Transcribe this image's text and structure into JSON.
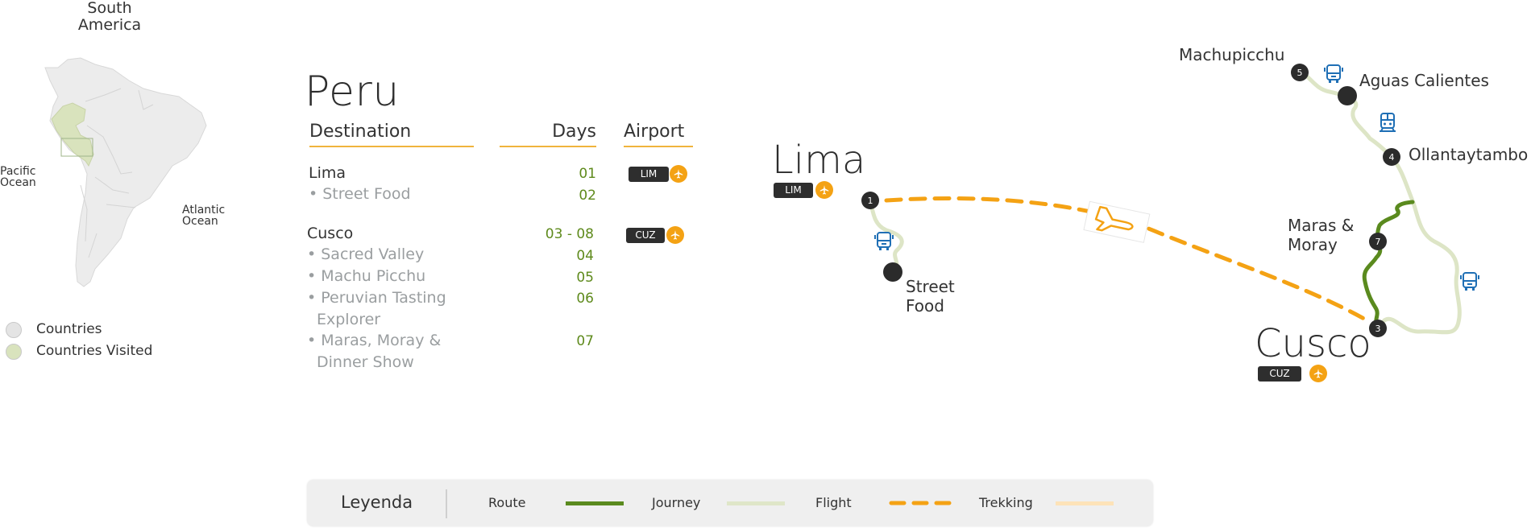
{
  "overview": {
    "title_line1": "South",
    "title_line2": "America",
    "pacific_line1": "Pacific",
    "pacific_line2": "Ocean",
    "atlantic_line1": "Atlantic",
    "atlantic_line2": "Ocean",
    "legend": [
      {
        "label": "Countries",
        "color": "#e4e4e4"
      },
      {
        "label": "Countries Visited",
        "color": "#d9e3bd"
      }
    ]
  },
  "itinerary": {
    "country": "Peru",
    "headers": {
      "destination": "Destination",
      "days": "Days",
      "airport": "Airport"
    },
    "rows": [
      {
        "name": "Lima",
        "type": "main",
        "days": "01",
        "airport": "LIM"
      },
      {
        "name": "• Street Food",
        "type": "sub",
        "days": "02"
      },
      {
        "name": "Cusco",
        "type": "main",
        "days": "03 - 08",
        "airport": "CUZ"
      },
      {
        "name": "• Sacred Valley",
        "type": "sub",
        "days": "04"
      },
      {
        "name": "• Machu Picchu",
        "type": "sub",
        "days": "05"
      },
      {
        "name": "• Peruvian Tasting",
        "name2": "Explorer",
        "type": "sub",
        "days": "06"
      },
      {
        "name": "• Maras, Moray &",
        "name2": "Dinner Show",
        "type": "sub",
        "days": "07"
      }
    ]
  },
  "map": {
    "lima": {
      "name": "Lima",
      "code": "LIM"
    },
    "cusco": {
      "name": "Cusco",
      "code": "CUZ"
    },
    "street_food": {
      "line1": "Street",
      "line2": "Food"
    },
    "machupicchu": "Machupicchu",
    "aguas_calientes": "Aguas Calientes",
    "ollantaytambo": "Ollantaytambo",
    "maras": {
      "line1": "Maras &",
      "line2": "Moray"
    },
    "markers": [
      "1",
      "3",
      "4",
      "5",
      "7"
    ]
  },
  "legend": {
    "title": "Leyenda",
    "items": [
      {
        "label": "Route",
        "color": "#5a8a1e",
        "style": "solid"
      },
      {
        "label": "Journey",
        "color": "#dfe6c8",
        "style": "solid"
      },
      {
        "label": "Flight",
        "color": "#f4a214",
        "style": "dashed"
      },
      {
        "label": "Trekking",
        "color": "#fde3b8",
        "style": "solid"
      }
    ]
  },
  "colors": {
    "route": "#5a8a1e",
    "journey": "#dde5c6",
    "flight": "#f4a214",
    "transport_icon": "#1f6fb5",
    "marker": "#2b2b2b",
    "rule": "#f0b43c"
  }
}
